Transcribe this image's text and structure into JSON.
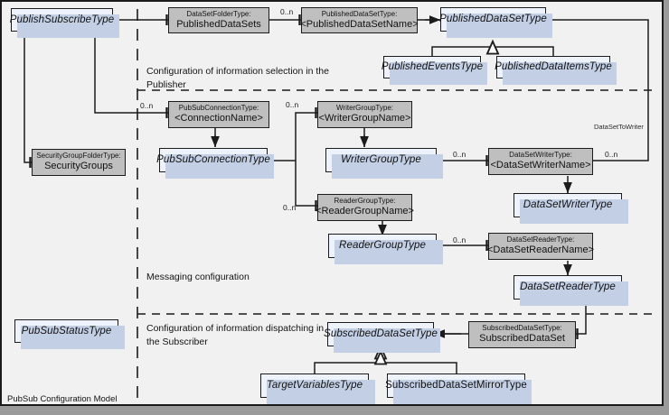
{
  "diagram": {
    "title": "PubSub Configuration Model",
    "notes": [
      {
        "id": "note-publisher",
        "text": "Configuration of information selection in the Publisher"
      },
      {
        "id": "note-messaging",
        "text": "Messaging configuration"
      },
      {
        "id": "note-subscriber",
        "text": "Configuration of information dispatching in the Subscriber"
      }
    ],
    "association_labels": [
      {
        "id": "datasettowriter",
        "text": "DataSetToWriter"
      }
    ],
    "multiplicity_default": "0..n",
    "multiplicities": [
      {
        "id": "mult-publisheddataset",
        "text": "0..n"
      },
      {
        "id": "mult-connection",
        "text": "0..n"
      },
      {
        "id": "mult-writergroup",
        "text": "0..n"
      },
      {
        "id": "mult-readergroup",
        "text": "0..n"
      },
      {
        "id": "mult-datasetwriter",
        "text": "0..n"
      },
      {
        "id": "mult-datasettowriter",
        "text": "0..n"
      },
      {
        "id": "mult-datasetreader",
        "text": "0..n"
      }
    ],
    "colors": {
      "class_fill": "#eef2fa",
      "instance_fill": "#bfbfbf",
      "shadow": "#c3cfe4",
      "canvas": "#f1f1f1",
      "border": "#1c1c1c",
      "outer": "#9a9a9a"
    },
    "nodes": [
      {
        "id": "publishsubscribetype",
        "kind": "class",
        "name": "PublishSubscribeType",
        "abstract": true
      },
      {
        "id": "publisheddatasets",
        "kind": "instance",
        "type": "DataSetFolderType:",
        "instance": "PublishedDataSets"
      },
      {
        "id": "publisheddatasetname",
        "kind": "instance",
        "type": "PublishedDataSetType:",
        "instance": "<PublishedDataSetName>"
      },
      {
        "id": "publisheddatasettype",
        "kind": "class",
        "name": "PublishedDataSetType",
        "abstract": true
      },
      {
        "id": "publishedeventstype",
        "kind": "class",
        "name": "PublishedEventsType",
        "abstract": true
      },
      {
        "id": "publisheddataitemstype",
        "kind": "class",
        "name": "PublishedDataItemsType",
        "abstract": true
      },
      {
        "id": "securitygroups",
        "kind": "instance",
        "type": "SecurityGroupFolderType:",
        "instance": "SecurityGroups"
      },
      {
        "id": "connectionname",
        "kind": "instance",
        "type": "PubSubConnectionType:",
        "instance": "<ConnectionName>"
      },
      {
        "id": "pubsubconnectiontype",
        "kind": "class",
        "name": "PubSubConnectionType",
        "abstract": true
      },
      {
        "id": "writergroupname",
        "kind": "instance",
        "type": "WriterGroupType:",
        "instance": "<WriterGroupName>"
      },
      {
        "id": "writergrouptype",
        "kind": "class",
        "name": "WriterGroupType",
        "abstract": true
      },
      {
        "id": "datasetwritername",
        "kind": "instance",
        "type": "DataSetWriterType:",
        "instance": "<DataSetWriterName>"
      },
      {
        "id": "datasetwritertype",
        "kind": "class",
        "name": "DataSetWriterType",
        "abstract": true
      },
      {
        "id": "readergroupname",
        "kind": "instance",
        "type": "ReaderGroupType:",
        "instance": "<ReaderGroupName>"
      },
      {
        "id": "readergrouptype",
        "kind": "class",
        "name": "ReaderGroupType",
        "abstract": true
      },
      {
        "id": "datasetreadername",
        "kind": "instance",
        "type": "DataSetReaderType:",
        "instance": "<DataSetReaderName>"
      },
      {
        "id": "datasetreadertype",
        "kind": "class",
        "name": "DataSetReaderType",
        "abstract": true
      },
      {
        "id": "pubsubstatustype",
        "kind": "class",
        "name": "PubSubStatusType",
        "abstract": true
      },
      {
        "id": "subscribeddatasettype",
        "kind": "class",
        "name": "SubscribedDataSetType",
        "abstract": true
      },
      {
        "id": "subscribeddataset",
        "kind": "instance",
        "type": "SubscribedDataSetType:",
        "instance": "SubscribedDataSet"
      },
      {
        "id": "targetvariablestype",
        "kind": "class",
        "name": "TargetVariablesType",
        "abstract": true
      },
      {
        "id": "subscribeddatasetmirrortype",
        "kind": "class",
        "name": "SubscribedDataSetMirrorType",
        "abstract": false
      }
    ]
  }
}
